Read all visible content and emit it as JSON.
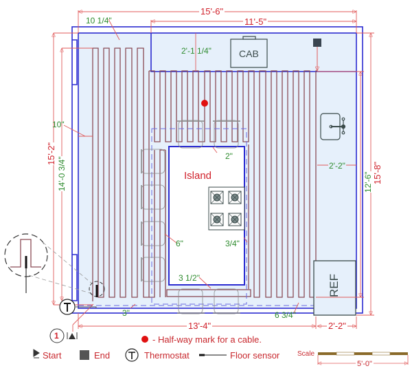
{
  "plan": {
    "colors": {
      "wall": "#2a2ad0",
      "floor_fill": "#e6f0fb",
      "cable": "#8a4a55",
      "dimension": "#e05a5a",
      "dimension_text_red": "#d0202a",
      "dimension_text_green": "#2e8b2e",
      "fixture": "#3a4a4a",
      "halfway_mark": "#e01010"
    },
    "labels": {
      "island": "Island",
      "cabinet": "CAB",
      "refrigerator": "REF"
    },
    "dimensions": {
      "overall_width": "15'-6\"",
      "upper_width": "11'-5\"",
      "left_offset": "10 1/4\"",
      "cab_depth": "2'-1 1/4\"",
      "left_margin": "10\"",
      "overall_height_left": "15'-2\"",
      "cable_height_left": "14'-0 3/4\"",
      "island_top_gap": "2\"",
      "island_left_gap": "6\"",
      "island_right_gap": "3/4\"",
      "island_bottom_gap": "3 1/2\"",
      "right_aisle": "2'-2\"",
      "right_height_inner": "12'-6\"",
      "overall_height_right": "15'-8\"",
      "bottom_gap": "3\"",
      "bottom_right_gap": "6 3/4\"",
      "bottom_width": "13'-4\"",
      "ref_width": "2'-2\""
    },
    "marker": {
      "number": "1"
    }
  },
  "legend": {
    "halfway_text": "- Half-way mark for a cable.",
    "start_label": "Start",
    "end_label": "End",
    "thermostat_label": "Thermostat",
    "thermostat_symbol": "T",
    "sensor_label": "Floor sensor",
    "scale_label": "Scale",
    "scale_value": "5'-0\""
  }
}
